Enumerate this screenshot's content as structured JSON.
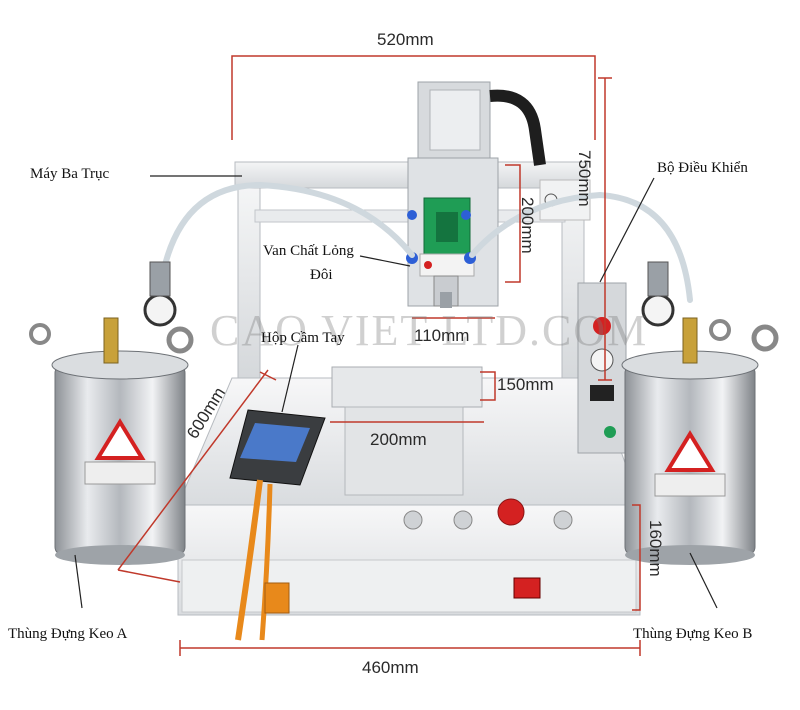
{
  "watermark": "CAO VIET LTD.COM",
  "dimensions": {
    "top_width": "520mm",
    "height_total": "750mm",
    "z_axis": "200mm",
    "head_width": "110mm",
    "table_side": "150mm",
    "table_width": "200mm",
    "depth": "600mm",
    "base_height": "160mm",
    "base_width": "460mm"
  },
  "callouts": {
    "three_axis": "Máy Ba Trục",
    "controller": "Bộ Điều Khiển",
    "dual_valve_line1": "Van Chất Lỏng",
    "dual_valve_line2": "Đôi",
    "handheld": "Hộp Cầm Tay",
    "tank_a": "Thùng Đựng Keo A",
    "tank_b": "Thùng Đựng Keo B"
  },
  "colors": {
    "dimension_line": "#c0392b",
    "frame": "#e6e8ea",
    "tank": "#c9ccd0",
    "valve_green": "#1f9d55",
    "cable_orange": "#e8891b",
    "estop_red": "#d42121"
  }
}
